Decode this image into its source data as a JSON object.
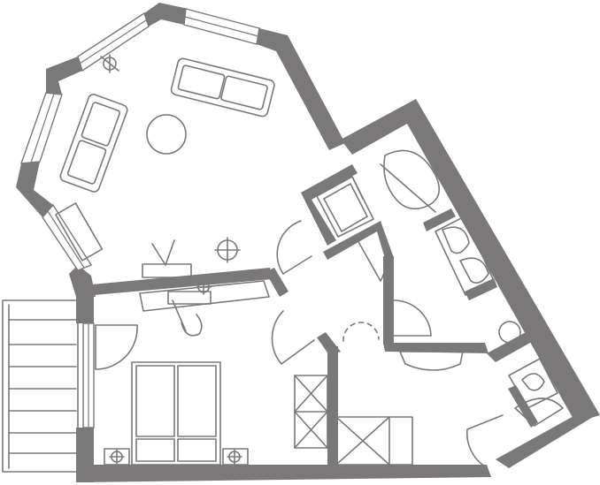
{
  "plan": {
    "wall_color": "#7b787a",
    "background": "#ffffff",
    "rooms": [
      "living-room",
      "bedroom",
      "hallway",
      "kitchen",
      "bathroom",
      "wc",
      "balcony"
    ],
    "icons": [
      "sofa-icon",
      "armchair-icon",
      "round-table-icon",
      "ceiling-light-icon",
      "tv-stand-icon",
      "desk-icon",
      "double-bed-icon",
      "nightstand-lamp-icon",
      "wardrobe-icon",
      "bathtub-icon",
      "washbasin-icon",
      "toilet-icon",
      "kitchen-counter-icon",
      "door-swing-icon"
    ]
  }
}
